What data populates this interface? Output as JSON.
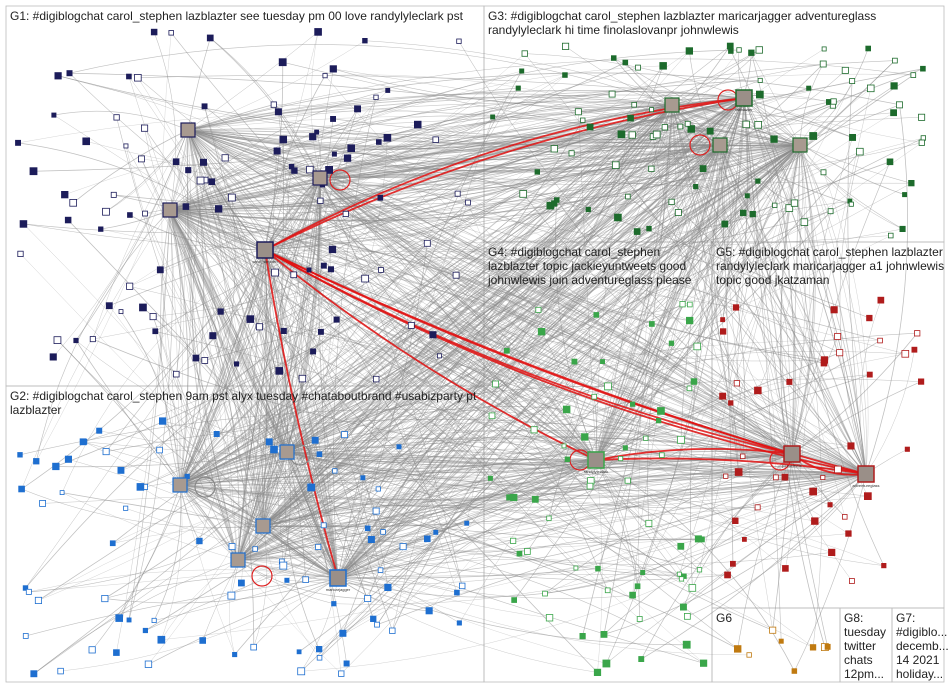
{
  "groups": [
    {
      "id": "G1",
      "label": "G1: #digiblogchat carol_stephen lazblazter see tuesday pm 00 love randylyleclark pst",
      "color": "#1c1c5a"
    },
    {
      "id": "G2",
      "label": "G2: #digiblogchat carol_stephen 9am pst alyx tuesday #chataboutbrand #usabizparty pt lazblazter",
      "color": "#1e6fd0"
    },
    {
      "id": "G3",
      "label": "G3: #digiblogchat carol_stephen lazblazter maricarjagger adventureglass randylyleclark hi time finolaslovanpr johnwlewis",
      "color": "#1d6b2c"
    },
    {
      "id": "G4",
      "label": "G4: #digiblogchat carol_stephen lazblazter topic jackieyuntweets good johnwlewis join adventureglass please",
      "color": "#3aa64a"
    },
    {
      "id": "G5",
      "label": "G5: #digiblogchat carol_stephen lazblazter randylyleclark maricarjagger a1 johnwlewis topic good jkatzaman",
      "color": "#b01c1c"
    },
    {
      "id": "G6",
      "label": "G6",
      "color": "#c07a10"
    },
    {
      "id": "G7",
      "label": "G7: #digiblo... decemb... 14 2021 holiday...",
      "color": "#d4a020"
    },
    {
      "id": "G8",
      "label": "G8: tuesday twitter chats 12pm...",
      "color": "#555555"
    }
  ],
  "hubs": [
    {
      "name": "carol_stephen",
      "group": "G1"
    },
    {
      "name": "maricarjagger",
      "group": "G2"
    },
    {
      "name": "randylyleclark",
      "group": "G4"
    },
    {
      "name": "johnwlewis",
      "group": "G5"
    },
    {
      "name": "adventureglass",
      "group": "G5"
    },
    {
      "name": "lazblazter",
      "group": "G3"
    }
  ],
  "colors": {
    "edge": "#8a8a8a",
    "edge_strong": "#e01010",
    "border": "#b8b8b8"
  }
}
